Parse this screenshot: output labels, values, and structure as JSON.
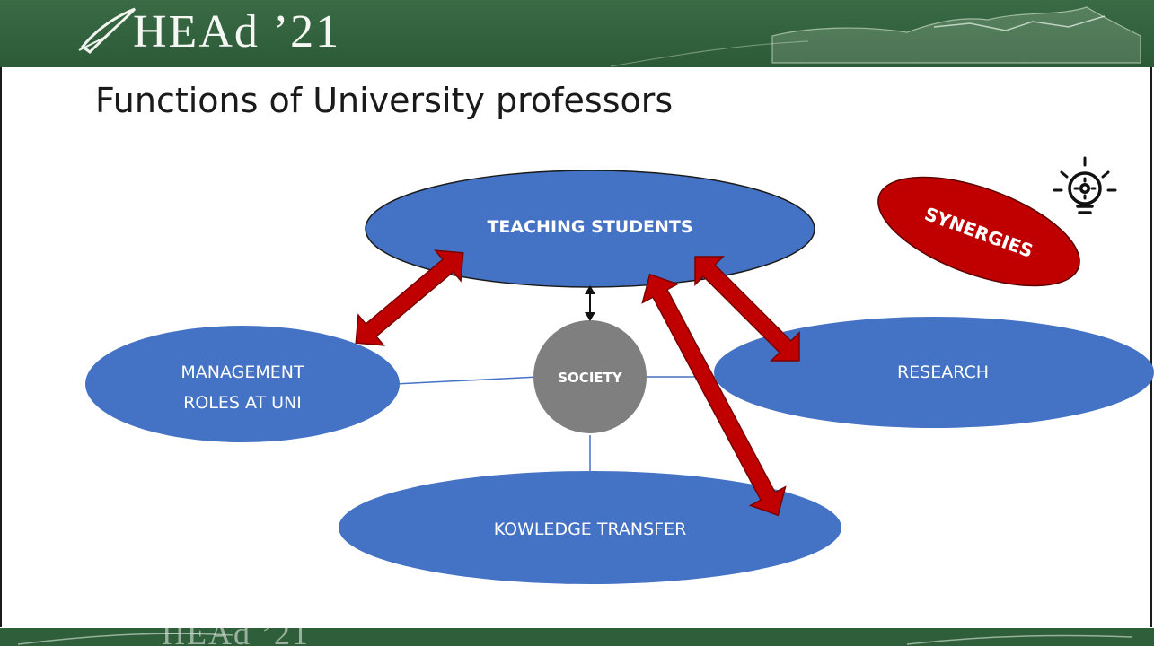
{
  "header": {
    "brand": "HEAd ’21"
  },
  "slide": {
    "title": "Functions of University professors"
  },
  "diagram": {
    "teaching": "TEACHING STUDENTS",
    "management_line1": "MANAGEMENT",
    "management_line2": "ROLES AT UNI",
    "society": "SOCIETY",
    "research": "RESEARCH",
    "knowledge": "KOWLEDGE TRANSFER",
    "synergies": "SYNERGIES"
  },
  "colors": {
    "banner": "#2f5e3a",
    "node_blue": "#4472c4",
    "society_gray": "#7f7f7f",
    "arrow_red": "#c00000",
    "synergies_red": "#c00000"
  },
  "icons": {
    "idea": "lightbulb-gear-icon"
  }
}
